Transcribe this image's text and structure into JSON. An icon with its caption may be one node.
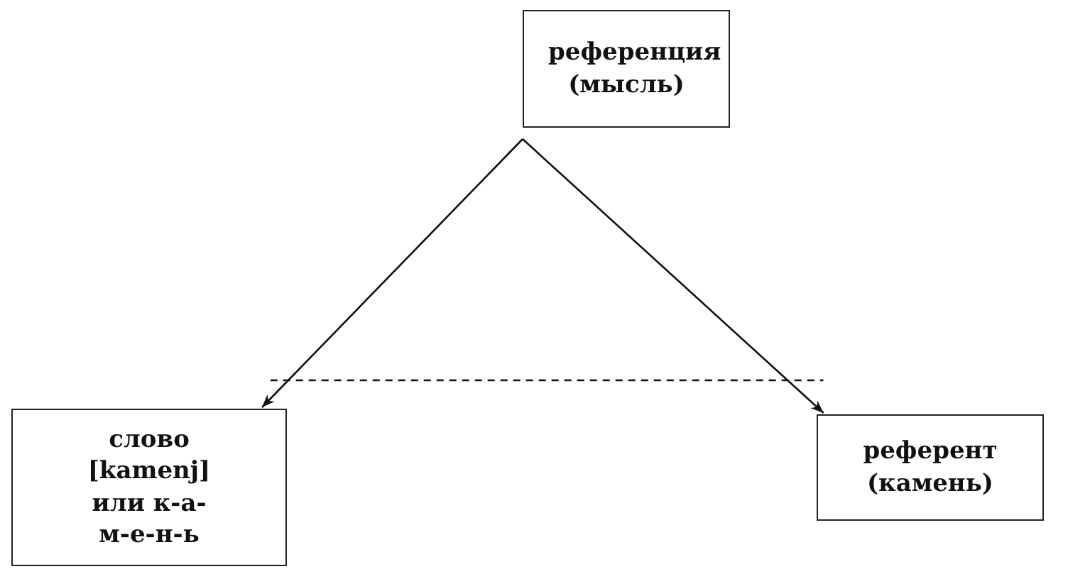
{
  "diagram": {
    "nodes": [
      {
        "text": [
          "референция (мысль)"
        ]
      },
      {
        "text": [
          "слово [kamenj] или к-а-м-е-н-ь"
        ]
      },
      {
        "text": [
          "референт (камень)"
        ]
      }
    ],
    "edges": [
      {
        "from": 0,
        "to": 1,
        "arrow": "to"
      },
      {
        "from": 0,
        "to": 2,
        "arrow": "to"
      },
      {
        "from": 1,
        "to": 2,
        "arrow": "none",
        "style": "dashed"
      }
    ]
  }
}
